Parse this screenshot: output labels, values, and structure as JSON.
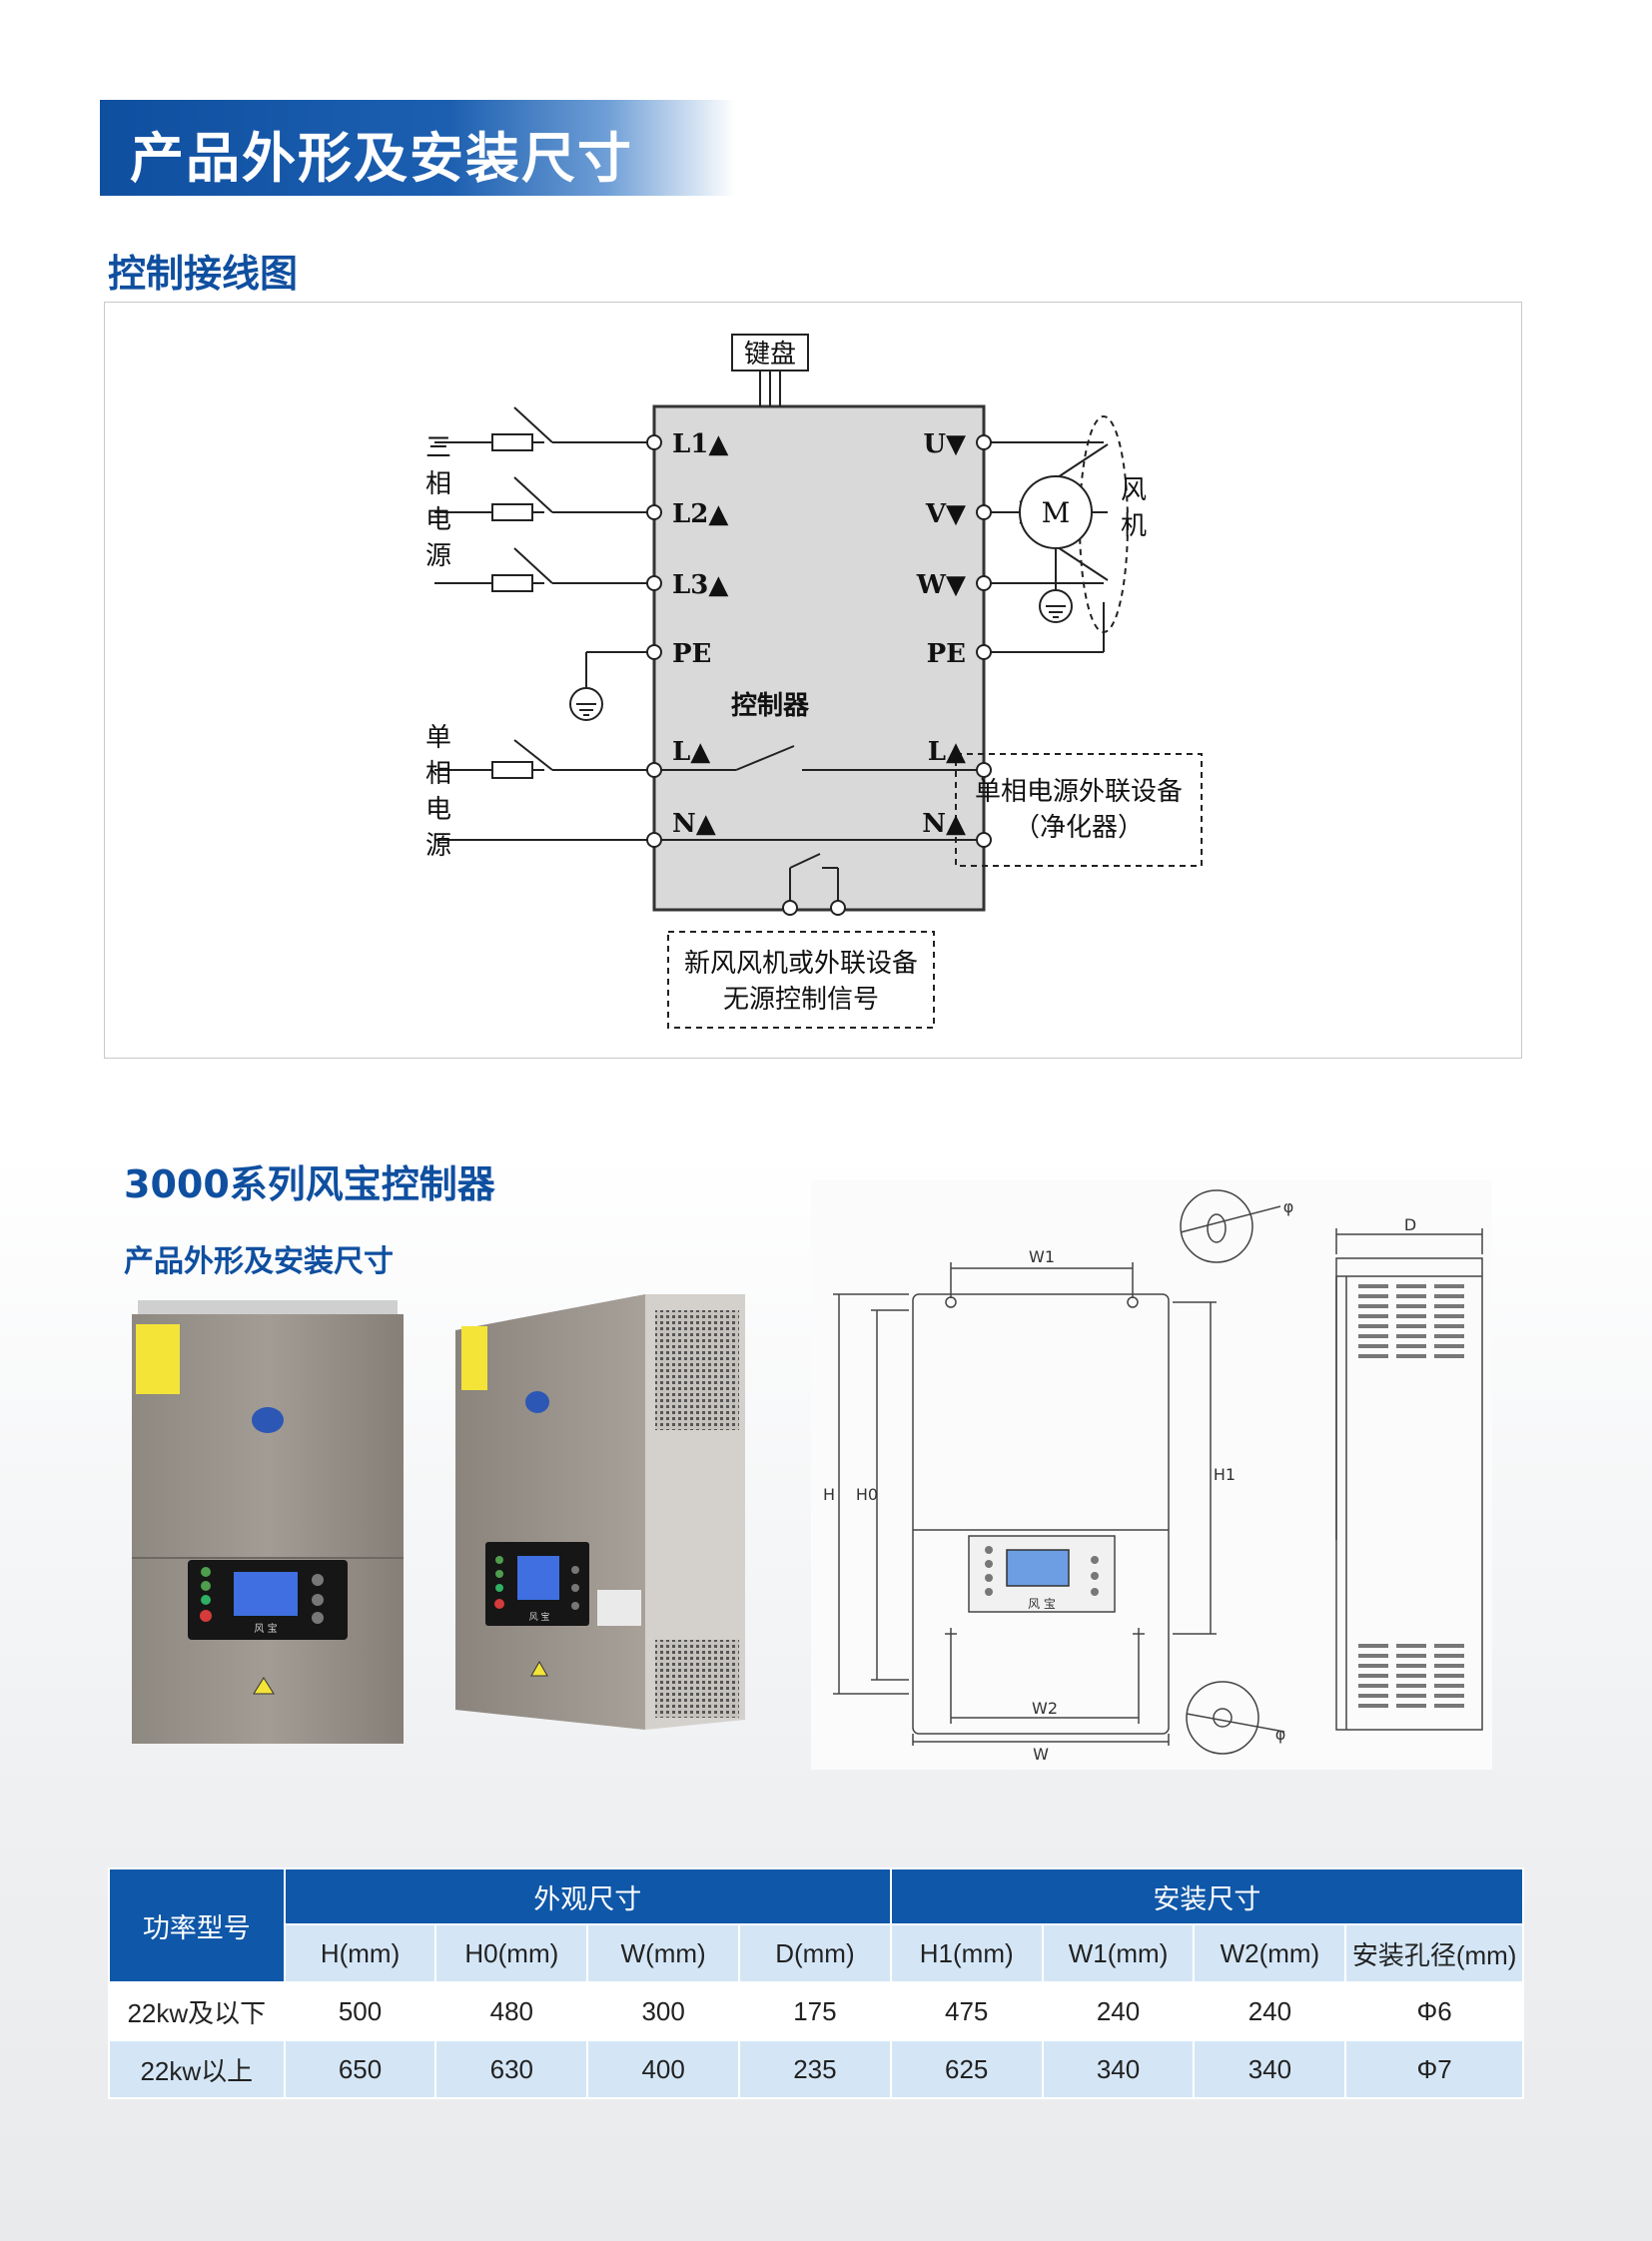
{
  "page": {
    "banner_title": "产品外形及安装尺寸",
    "section1_title": "控制接线图",
    "section2_title": "3000系列风宝控制器",
    "section2_subtitle": "产品外形及安装尺寸"
  },
  "wiring_diagram": {
    "keyboard": "键盘",
    "controller": "控制器",
    "three_phase_label": [
      "三",
      "相",
      "电",
      "源"
    ],
    "single_phase_label": [
      "单",
      "相",
      "电",
      "源"
    ],
    "fan_label": [
      "风",
      "机"
    ],
    "motor": "M",
    "left_terminals": [
      "L1▲",
      "L2▲",
      "L3▲",
      "PE",
      "L▲",
      "N▲"
    ],
    "right_terminals": [
      "U▼",
      "V▼",
      "W▼",
      "PE",
      "L▲",
      "N▲"
    ],
    "ext_device_line1": "单相电源外联设备",
    "ext_device_line2": "（净化器）",
    "signal_line1": "新风风机或外联设备",
    "signal_line2": "无源控制信号"
  },
  "photos": {
    "brand_text": "风 宝"
  },
  "drawing": {
    "labels": {
      "w1": "W1",
      "w2": "W2",
      "w": "W",
      "h": "H",
      "h0": "H0",
      "h1": "H1",
      "d": "D",
      "phi": "φ"
    },
    "panel_text": "风 宝"
  },
  "spec_table": {
    "col_power": "功率型号",
    "group_appearance": "外观尺寸",
    "group_install": "安装尺寸",
    "sub_headers": [
      "H(mm)",
      "H0(mm)",
      "W(mm)",
      "D(mm)",
      "H1(mm)",
      "W1(mm)",
      "W2(mm)",
      "安装孔径(mm)"
    ],
    "rows": [
      {
        "model": "22kw及以下",
        "values": [
          "500",
          "480",
          "300",
          "175",
          "475",
          "240",
          "240",
          "Φ6"
        ]
      },
      {
        "model": "22kw以上",
        "values": [
          "650",
          "630",
          "400",
          "235",
          "625",
          "340",
          "340",
          "Φ7"
        ]
      }
    ]
  },
  "colors": {
    "brand_blue": "#0f4fa0",
    "table_header": "#0f57a8",
    "table_light": "#d4e6f6"
  }
}
